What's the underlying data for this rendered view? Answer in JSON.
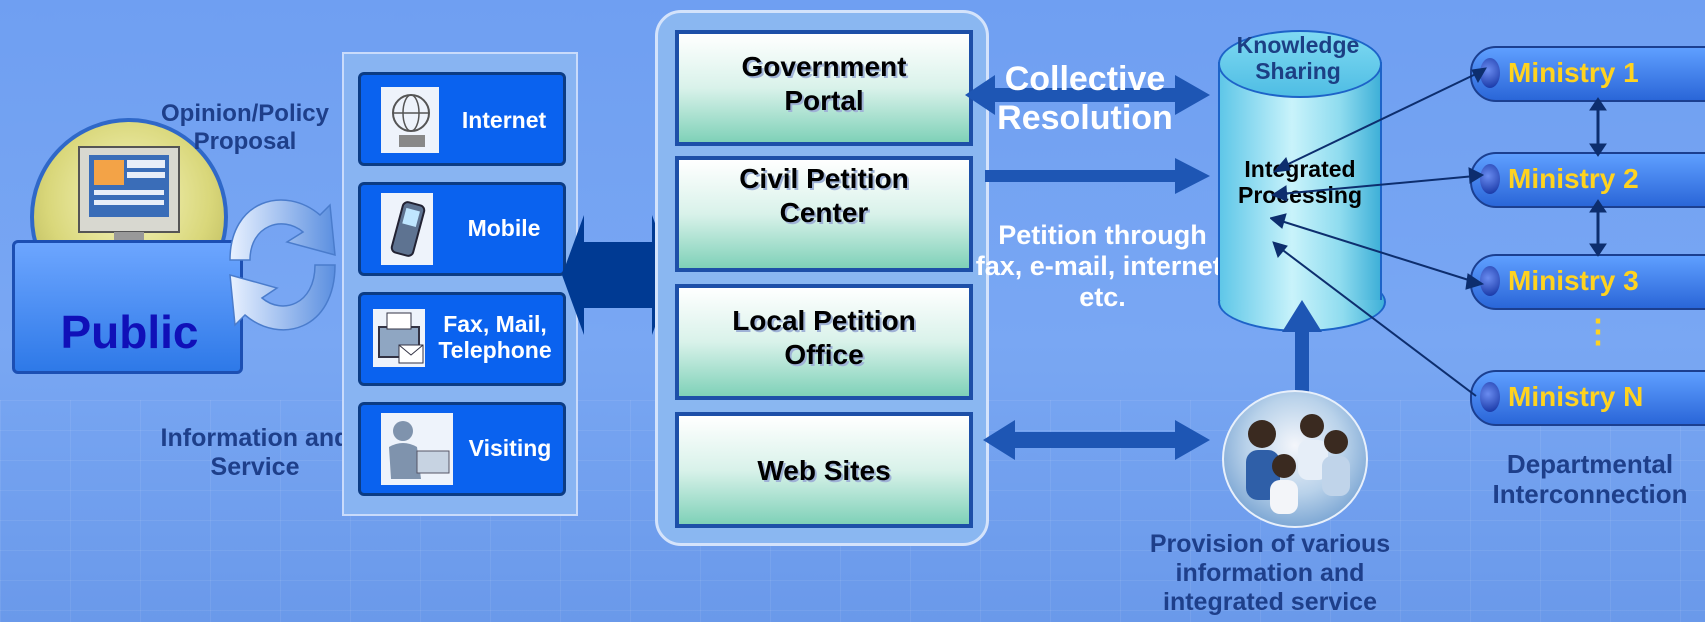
{
  "public": {
    "label": "Public",
    "opinion_label": "Opinion/Policy Proposal",
    "info_label": "Information and Service"
  },
  "channels": [
    {
      "label": "Internet",
      "icon": "globe-computer-icon"
    },
    {
      "label": "Mobile",
      "icon": "mobile-phone-icon"
    },
    {
      "label": "Fax, Mail, Telephone",
      "icon": "fax-mail-icon"
    },
    {
      "label": "Visiting",
      "icon": "person-desk-icon"
    }
  ],
  "portals": [
    {
      "label": "Government Portal"
    },
    {
      "label": "Civil Petition Center"
    },
    {
      "label": "Local Petition Office"
    },
    {
      "label": "Web Sites"
    }
  ],
  "labels": {
    "collective": "Collective Resolution",
    "petition": "Petition through fax, e-mail, internet, etc.",
    "provision": "Provision of various information and integrated service"
  },
  "database": {
    "top_label": "Knowledge Sharing",
    "body_label": "Integrated Processing"
  },
  "ministries": [
    {
      "label": "Ministry 1"
    },
    {
      "label": "Ministry 2"
    },
    {
      "label": "Ministry 3"
    },
    {
      "label": "Ministry N"
    }
  ],
  "ministry_ellipsis": "⋮",
  "departmental_label": "Departmental Interconnection",
  "colors": {
    "background": "#75a3f2",
    "dark_blue_label": "#1e3f8a",
    "ministry_text": "#ffd31f",
    "channel_box": "#0a62ef"
  }
}
